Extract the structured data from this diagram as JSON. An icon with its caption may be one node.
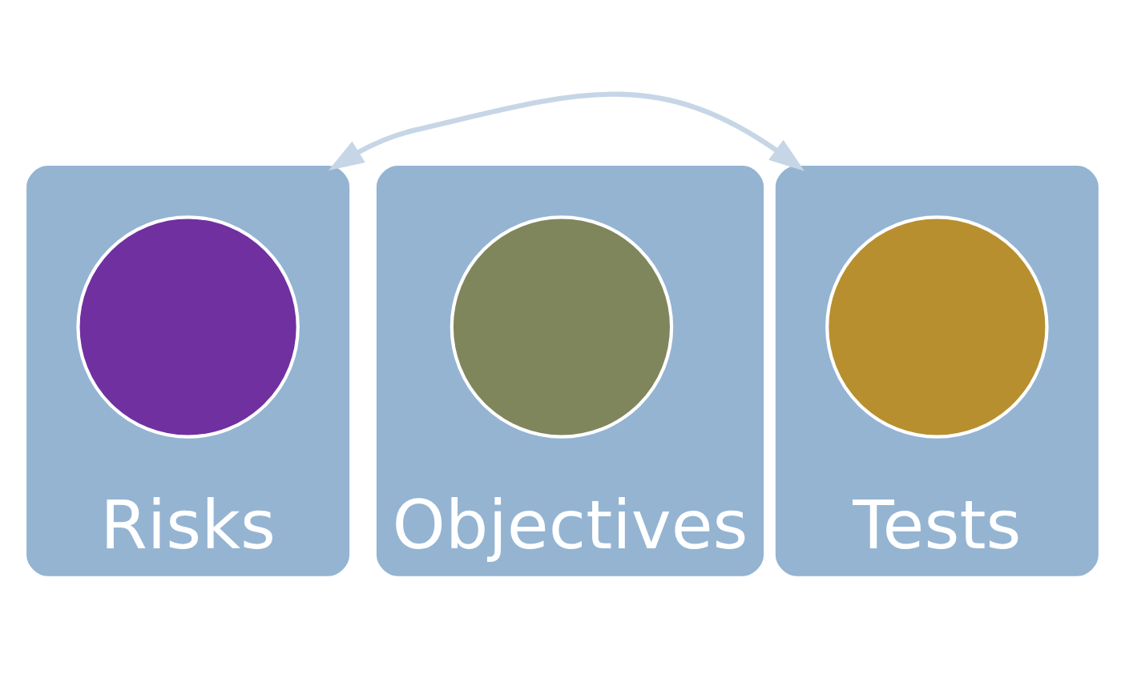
{
  "diagram": {
    "nodes": [
      {
        "text": [
          "Risks"
        ]
      },
      {
        "text": [],
        "shape": "circle",
        "in": 0
      },
      {
        "text": [
          "Objectives"
        ]
      },
      {
        "text": [],
        "shape": "circle",
        "in": 2
      },
      {
        "text": [
          "Tests"
        ]
      },
      {
        "text": [],
        "shape": "circle",
        "in": 4
      }
    ],
    "edges": [
      {
        "from": 0,
        "to": 4,
        "arrow": "both",
        "color": "#c6d6e6"
      }
    ]
  }
}
